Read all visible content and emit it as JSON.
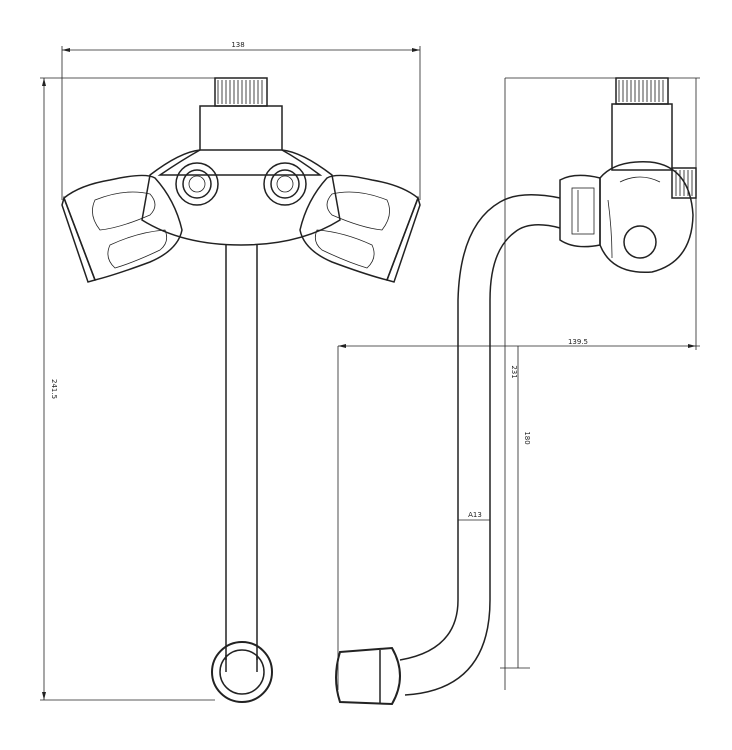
{
  "dimensions": {
    "width_front": "138",
    "height_front": "241.5",
    "depth_side": "139.5",
    "height_side": "231",
    "spout_height": "180",
    "spout_diameter": "A13"
  }
}
